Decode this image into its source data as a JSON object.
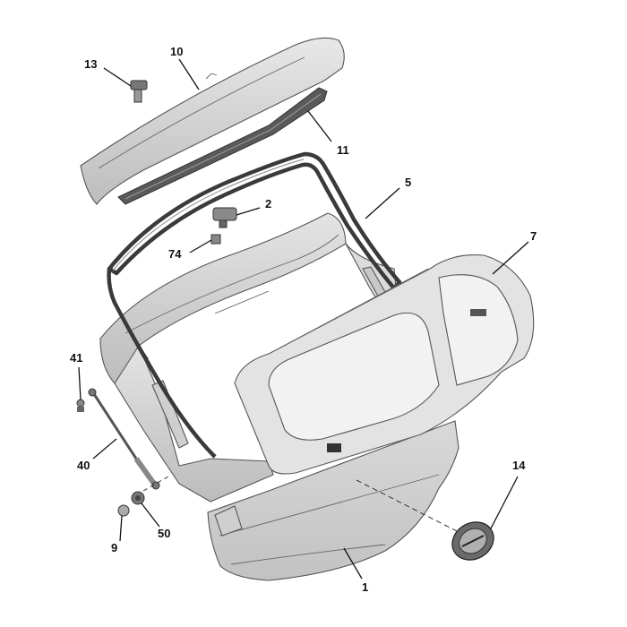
{
  "callouts": {
    "c13": "13",
    "c10": "10",
    "c11": "11",
    "c5": "5",
    "c2": "2",
    "c74": "74",
    "c7": "7",
    "c41": "41",
    "c40": "40",
    "c14": "14",
    "c9": "9",
    "c50": "50",
    "c1": "1"
  },
  "colors": {
    "panel_fill": "#d4d4d4",
    "panel_light": "#e6e6e6",
    "panel_dark": "#a9a9a9",
    "seal": "#3a3a3a",
    "background": "#ffffff"
  }
}
